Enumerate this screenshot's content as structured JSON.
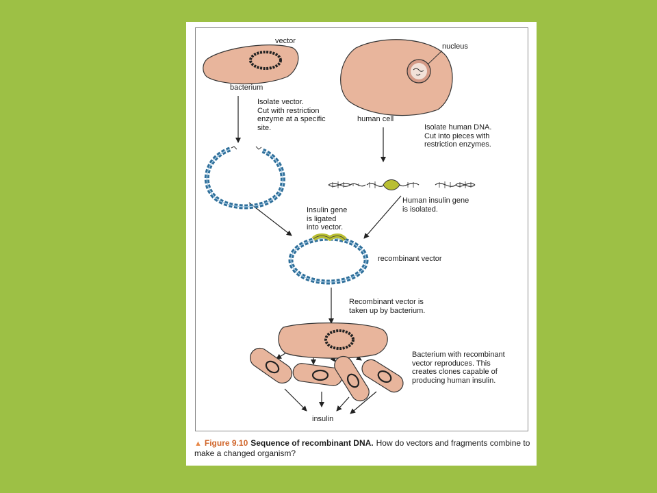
{
  "labels": {
    "vector": "vector",
    "nucleus": "nucleus",
    "bacterium": "bacterium",
    "isolate_vector": "Isolate vector.\nCut with restriction\nenzyme at a specific\nsite.",
    "human_cell": "human cell",
    "isolate_human_dna": "Isolate human DNA.\nCut into pieces with\nrestriction enzymes.",
    "human_insulin_gene": "Human insulin gene\nis isolated.",
    "insulin_gene_ligated": "Insulin gene\nis ligated\ninto vector.",
    "recombinant_vector": "recombinant vector",
    "recombinant_taken_up": "Recombinant vector is\ntaken up by bacterium.",
    "bacterium_reproduces": "Bacterium with recombinant\nvector reproduces. This\ncreates clones capable of\nproducing human insulin.",
    "insulin": "insulin"
  },
  "caption": {
    "figure_number": "Figure 9.10",
    "title": "Sequence of recombinant DNA.",
    "question": "How do vectors and fragments combine to make a changed organism?"
  },
  "colors": {
    "slide_background": "#9dc045",
    "cell_fill": "#e8b59c",
    "dna_blue": "#2f6f9a",
    "insulin_gene": "#b9bf33",
    "caption_accent": "#d0652a"
  }
}
